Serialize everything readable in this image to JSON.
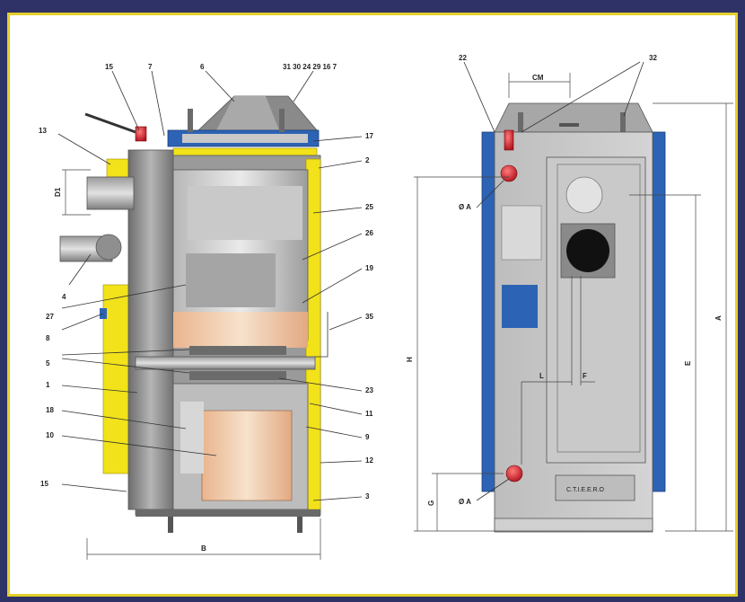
{
  "colors": {
    "background_frame": "#2f3266",
    "border": "#e3cf2a",
    "insulation": "#f2e21a",
    "jacket": "#2d63b4",
    "steel": "#8e8e8e",
    "fire_glow": "#f2d3b0",
    "valve": "#d8202a"
  },
  "left_view": {
    "labels": {
      "l15a": "15",
      "l7a": "7",
      "l6": "6",
      "top_group": "31 30 24 29 16 7",
      "l13": "13",
      "l17": "17",
      "l2": "2",
      "l25": "25",
      "l26": "26",
      "l19": "19",
      "l4": "4",
      "l27": "27",
      "l8": "8",
      "l35": "35",
      "l5": "5",
      "l1": "1",
      "l23": "23",
      "l18": "18",
      "l11": "11",
      "l10": "10",
      "l9": "9",
      "l12": "12",
      "l15b": "15",
      "l3": "3",
      "dim_d1": "D1",
      "dim_b": "B"
    }
  },
  "right_view": {
    "labels": {
      "l22": "22",
      "l32": "32",
      "dim_cm": "CM",
      "dim_phi_a_top": "Ø A",
      "dim_phi_a_bottom": "Ø A",
      "dim_h": "H",
      "dim_a": "A",
      "dim_e": "E",
      "dim_l": "L",
      "dim_f": "F",
      "dim_g": "G",
      "nameplate": "C.T.I.E.E.R.O"
    }
  }
}
